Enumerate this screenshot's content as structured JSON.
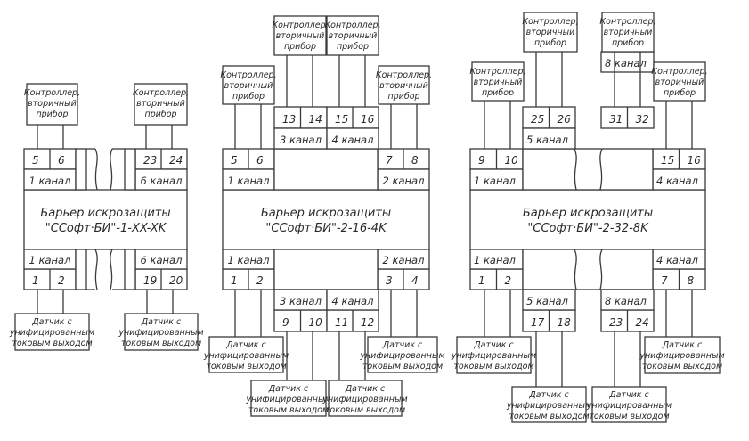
{
  "labels": {
    "controller": [
      "Контроллер,",
      "вторичный",
      "прибор"
    ],
    "sensor": [
      "Датчик с",
      "унифицированным",
      "токовым выходом"
    ],
    "barrier_line1": "Барьер искрозащиты"
  },
  "diagrams": [
    {
      "title_line1": "Барьер искрозащиты",
      "title_line2": "\"ССофт·БИ\"-1-XX-XK",
      "top": [
        {
          "channel": "1 канал",
          "terminals": [
            "5",
            "6"
          ]
        },
        {
          "channel": "6 канал",
          "terminals": [
            "23",
            "24"
          ]
        }
      ],
      "bottom": [
        {
          "channel": "1 канал",
          "terminals": [
            "1",
            "2"
          ]
        },
        {
          "channel": "6 канал",
          "terminals": [
            "19",
            "20"
          ]
        }
      ]
    },
    {
      "title_line1": "Барьер искрозащиты",
      "title_line2": "\"ССофт·БИ\"-2-16-4K",
      "top": [
        {
          "channel": "1 канал",
          "terminals": [
            "5",
            "6"
          ]
        },
        {
          "channel": "3 канал",
          "terminals": [
            "13",
            "14"
          ]
        },
        {
          "channel": "4 канал",
          "terminals": [
            "15",
            "16"
          ]
        },
        {
          "channel": "2 канал",
          "terminals": [
            "7",
            "8"
          ]
        }
      ],
      "bottom": [
        {
          "channel": "1 канал",
          "terminals": [
            "1",
            "2"
          ]
        },
        {
          "channel": "3 канал",
          "terminals": [
            "9",
            "10"
          ]
        },
        {
          "channel": "4 канал",
          "terminals": [
            "11",
            "12"
          ]
        },
        {
          "channel": "2 канал",
          "terminals": [
            "3",
            "4"
          ]
        }
      ]
    },
    {
      "title_line1": "Барьер искрозащиты",
      "title_line2": "\"ССофт·БИ\"-2-32-8K",
      "top": [
        {
          "channel": "1 канал",
          "terminals": [
            "9",
            "10"
          ]
        },
        {
          "channel": "5 канал",
          "terminals": [
            "25",
            "26"
          ]
        },
        {
          "channel": "8 канал",
          "terminals": [
            "31",
            "32"
          ]
        },
        {
          "channel": "4 канал",
          "terminals": [
            "15",
            "16"
          ]
        }
      ],
      "bottom": [
        {
          "channel": "1 канал",
          "terminals": [
            "1",
            "2"
          ]
        },
        {
          "channel": "5 канал",
          "terminals": [
            "17",
            "18"
          ]
        },
        {
          "channel": "8 канал",
          "terminals": [
            "23",
            "24"
          ]
        },
        {
          "channel": "4 канал",
          "terminals": [
            "7",
            "8"
          ]
        }
      ]
    }
  ]
}
